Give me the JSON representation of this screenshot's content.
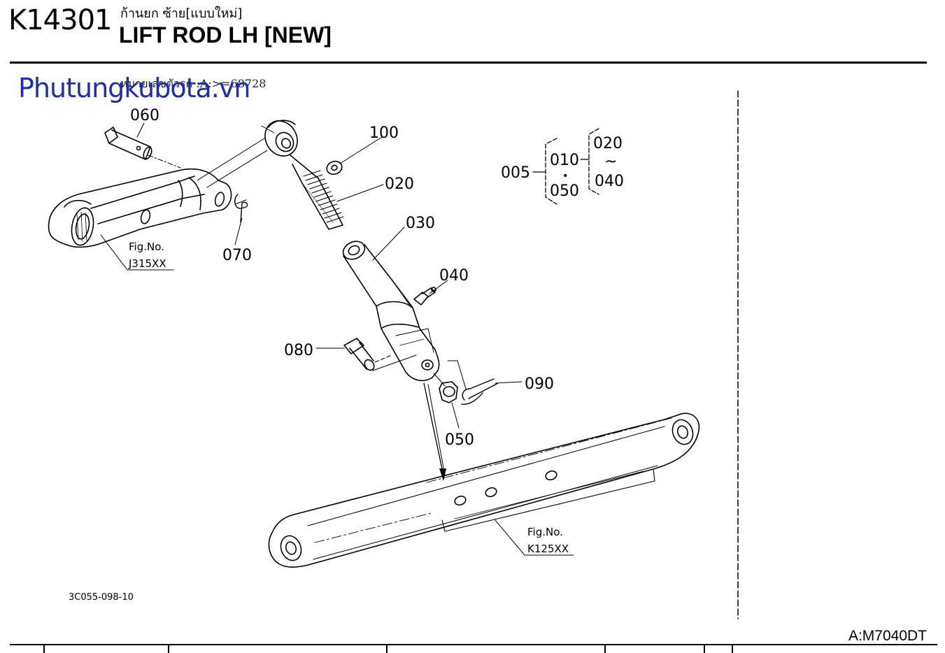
{
  "header": {
    "code": "K14301",
    "thai_title": "ก้านยก ซ้าย[แบบใหม่]",
    "english_title": "LIFT ROD LH [NEW]",
    "serial_note": "หมายเลขตัวรถ :A:>=68728"
  },
  "watermark": "Phutungkubota.vn",
  "callouts": {
    "p060": "060",
    "p070": "070",
    "p100": "100",
    "p020": "020",
    "p030": "030",
    "p040": "040",
    "p080": "080",
    "p090": "090",
    "p050": "050"
  },
  "assembly": {
    "main": "005",
    "sub": "010",
    "sub_last": "050",
    "range_start": "020",
    "range_end": "040",
    "tilde": "~",
    "dot": "•"
  },
  "refs": {
    "fig_label": "Fig.No.",
    "lift_arm": "J315XX",
    "lower_link": "K125XX"
  },
  "drawing_number": "3C055-098-10",
  "model": "A:M7040DT"
}
